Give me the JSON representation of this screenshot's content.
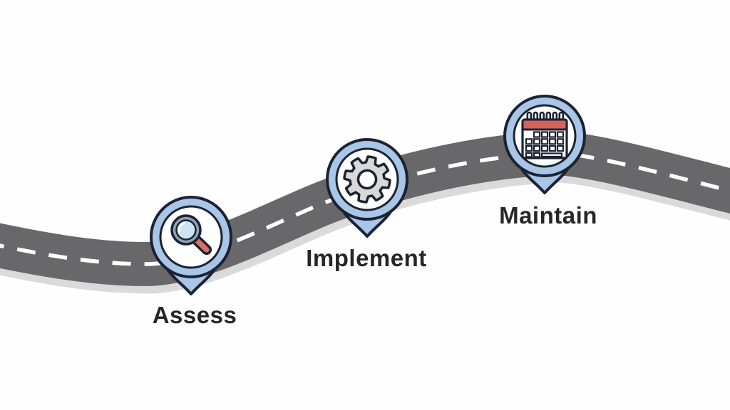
{
  "diagram": {
    "type": "roadmap-process",
    "background_color": "#fefefe",
    "road": {
      "surface_color": "#68686b",
      "shadow_color": "#dadadb",
      "center_line_color": "#ffffff",
      "center_line_style": "dashed"
    },
    "pin": {
      "fill_color": "#a9c5e7",
      "outline_color": "#1b2331",
      "inner_fill_color": "#ffffff"
    },
    "label_color": "#262626",
    "steps": [
      {
        "label": "Assess",
        "icon": "magnifier-icon",
        "icon_colors": {
          "rim": "#8ca3b8",
          "lens": "#cfe3f3",
          "handle": "#dd6f66"
        }
      },
      {
        "label": "Implement",
        "icon": "gear-icon",
        "icon_colors": {
          "gear": "#d8d8d8",
          "hub": "#ffffff"
        }
      },
      {
        "label": "Maintain",
        "icon": "calendar-icon",
        "icon_colors": {
          "header": "#d5625c",
          "body": "#ffffff"
        }
      }
    ]
  }
}
